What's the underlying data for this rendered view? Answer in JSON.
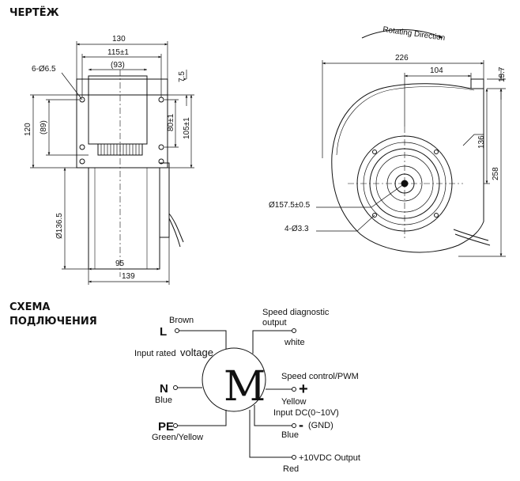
{
  "headings": {
    "drawing": "ЧЕРТЁЖ",
    "wiring": "СХЕМА\nПОДЛЮЧЕНИЯ"
  },
  "front_view": {
    "width_130": "130",
    "width_115": "115±1",
    "width_93": "(93)",
    "holes": "6-Ø6.5",
    "height_120": "120",
    "height_89": "(89)",
    "height_80": "80±1",
    "height_105": "105±1",
    "offset_7_5": "7.5",
    "diameter_136_5": "Ø136.5",
    "width_95": "95",
    "width_139": "139"
  },
  "side_view": {
    "rotation": "Rotating Direction",
    "width_226": "226",
    "width_104": "104",
    "offset_13_7": "13.7",
    "height_136": "136",
    "height_258": "258",
    "diameter_157_5": "Ø157.5±0.5",
    "holes": "4-Ø3.3"
  },
  "wiring": {
    "motor_letter": "M",
    "l_terminal": "L",
    "brown": "Brown",
    "input_rated": "Input rated",
    "voltage": "voltage",
    "n_terminal": "N",
    "blue_n": "Blue",
    "pe_terminal": "PE",
    "green_yellow": "Green/Yellow",
    "speed_diag_1": "Speed diagnostic",
    "speed_diag_2": "output",
    "white": "white",
    "speed_control": "Speed control/PWM",
    "plus": "+",
    "yellow": "Yellow",
    "input_dc": "Input DC(0~10V)",
    "minus": "-",
    "gnd": "(GND)",
    "blue_gnd": "Blue",
    "output_10v": "+10VDC Output",
    "red": "Red"
  }
}
